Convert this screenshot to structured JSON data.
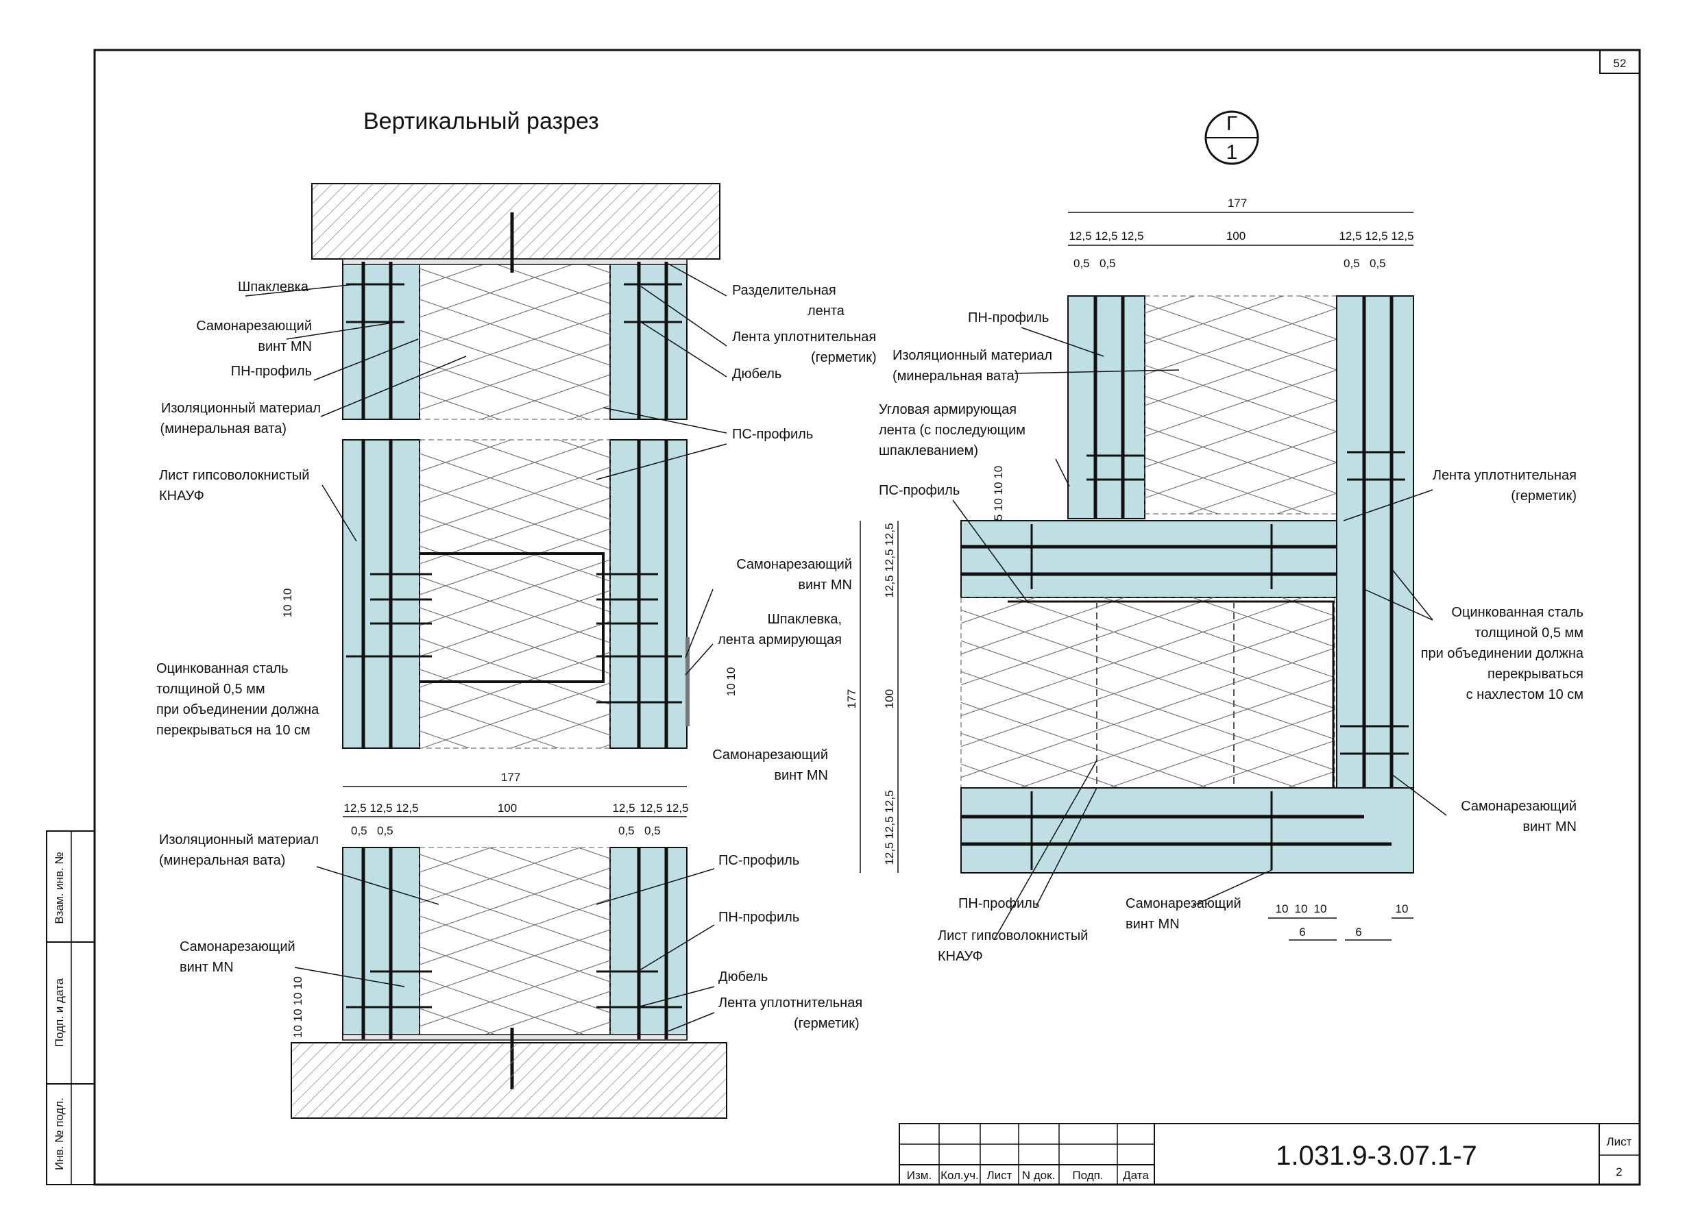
{
  "sheet_number": "52",
  "title": "Вертикальный разрез",
  "section_marker": {
    "letter": "Г",
    "number": "1"
  },
  "left_section": {
    "labels": {
      "shpaklevka": "Шпаклевка",
      "screw": "Самонарезающий\nвинт MN",
      "pn_profile": "ПН-профиль",
      "insulation": "Изоляционный материал\n(минеральная вата)",
      "sheet": "Лист гипсоволокнистый\nКНАУФ",
      "steel": "Оцинкованная сталь\nтолщиной 0,5 мм\nпри объединении должна\nперекрываться на 10 см",
      "separating_tape": "Разделительная\nлента",
      "sealing_tape": "Лента уплотнительная\n(герметик)",
      "dowel": "Дюбель",
      "ps_profile": "ПС-профиль",
      "screw_right": "Самонарезающий\nвинт MN",
      "shpaklevka_tape": "Шпаклевка,\nлента армирующая",
      "screw_right2": "Самонарезающий\nвинт MN"
    },
    "dims": {
      "left_10_10": "10  10",
      "right_10_10": "10  10"
    }
  },
  "bottom_section": {
    "dims": {
      "total": "177",
      "parts": [
        "12,5",
        "12,5",
        "12,5",
        "100",
        "12,5",
        "12,5",
        "12,5"
      ],
      "half": [
        "0,5",
        "0,5",
        "0,5",
        "0,5"
      ],
      "vertical": "10 10 10 10"
    },
    "labels": {
      "insulation": "Изоляционный материал\n(минеральная вата)",
      "ps_profile": "ПС-профиль",
      "pn_profile": "ПН-профиль",
      "screw": "Самонарезающий\nвинт MN",
      "dowel": "Дюбель",
      "sealing_tape": "Лента уплотнительная\n(герметик)"
    }
  },
  "corner_section": {
    "dims": {
      "total": "177",
      "parts": [
        "12,5",
        "12,5",
        "12,5",
        "100",
        "12,5",
        "12,5",
        "12,5"
      ],
      "half": [
        "0,5",
        "0,5",
        "0,5",
        "0,5"
      ],
      "left_total": "177",
      "left_100": "100",
      "left_parts": [
        "12,5",
        "12,5",
        "12,5"
      ],
      "left_parts_bottom": [
        "12,5",
        "12,5",
        "12,5"
      ],
      "small_vertical": "5 10 10 10",
      "bottom": [
        "10",
        "10",
        "10"
      ],
      "bottom_right": "10",
      "six_a": "6",
      "six_b": "6"
    },
    "labels": {
      "pn_profile_top": "ПН-профиль",
      "insulation": "Изоляционный материал\n(минеральная вата)",
      "corner_tape": "Угловая армирующая\nлента (с последующим\nшпаклеванием)",
      "ps_profile": "ПС-профиль",
      "sealing_tape": "Лента уплотнительная\n(герметик)",
      "steel": "Оцинкованная сталь\nтолщиной 0,5 мм\nпри объединении должна\nперекрываться\nс нахлестом 10 см",
      "screw_right": "Самонарезающий\nвинт MN",
      "pn_profile_bottom": "ПН-профиль",
      "screw_bottom": "Самонарезающий\nвинт MN",
      "sheet": "Лист гипсоволокнистый\nКНАУФ"
    }
  },
  "side_stamps": [
    "Взам. инв. №",
    "Подп. и дата",
    "Инв. № подл."
  ],
  "title_block": {
    "columns": [
      "Изм.",
      "Кол.уч.",
      "Лист",
      "N док.",
      "Подп.",
      "Дата"
    ],
    "document_number": "1.031.9-3.07.1-7",
    "sheet_label": "Лист",
    "sheet_value": "2"
  },
  "colors": {
    "board": "#bfdfe5",
    "line": "#111111",
    "hatch": "#777777"
  }
}
